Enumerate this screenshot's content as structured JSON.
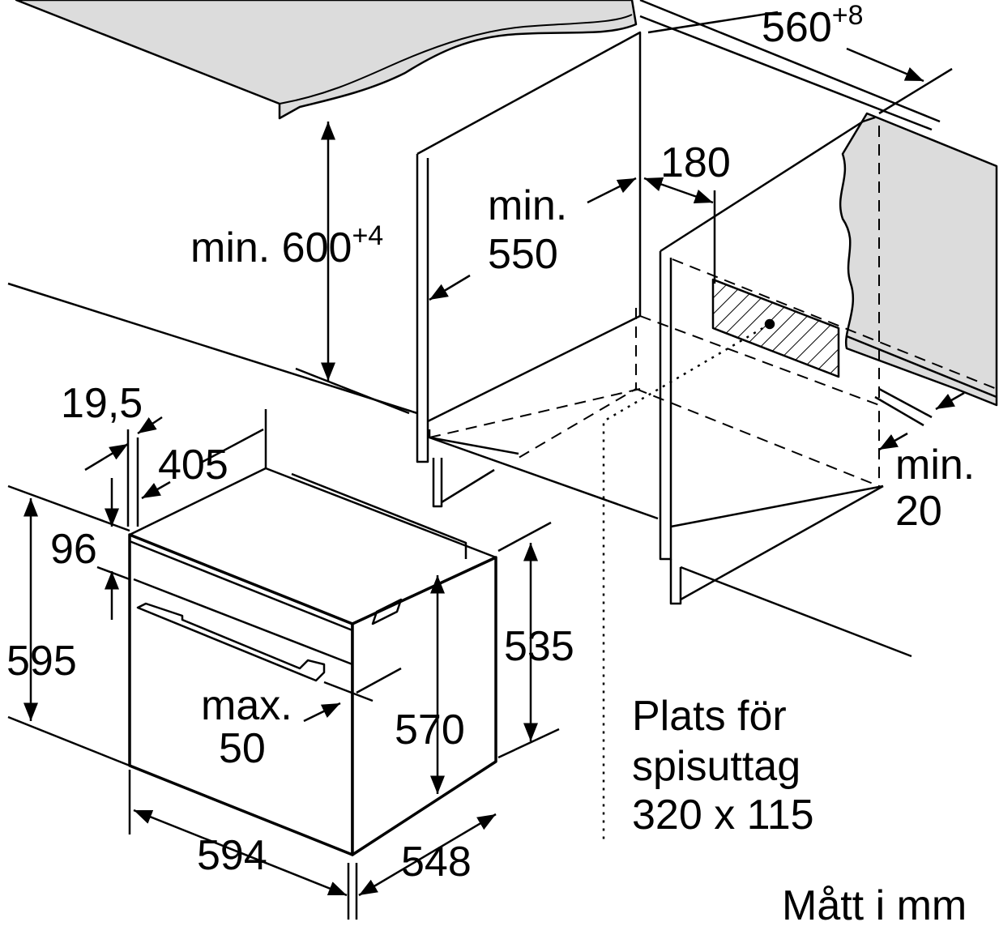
{
  "diagram": {
    "dim_width_niche": {
      "value": "560",
      "tolerance": "+8"
    },
    "dim_height_niche": {
      "prefix": "min. 600",
      "tolerance": "+4"
    },
    "dim_depth_niche": {
      "line1": "min.",
      "line2": "550"
    },
    "dim_socket_offset": "180",
    "dim_front_thickness": "19,5",
    "dim_top_depth": "405",
    "dim_panel_height": "96",
    "dim_oven_height": "595",
    "dim_body_height": "535",
    "dim_inner_height": "570",
    "dim_handle": {
      "line1": "max.",
      "line2": "50"
    },
    "dim_oven_width": "594",
    "dim_oven_depth": "548",
    "dim_gap": {
      "line1": "min.",
      "line2": "20"
    },
    "socket_note": {
      "line1": "Plats för",
      "line2": "spisuttag",
      "line3": "320 x 115"
    },
    "units_note": "Mått i mm"
  }
}
